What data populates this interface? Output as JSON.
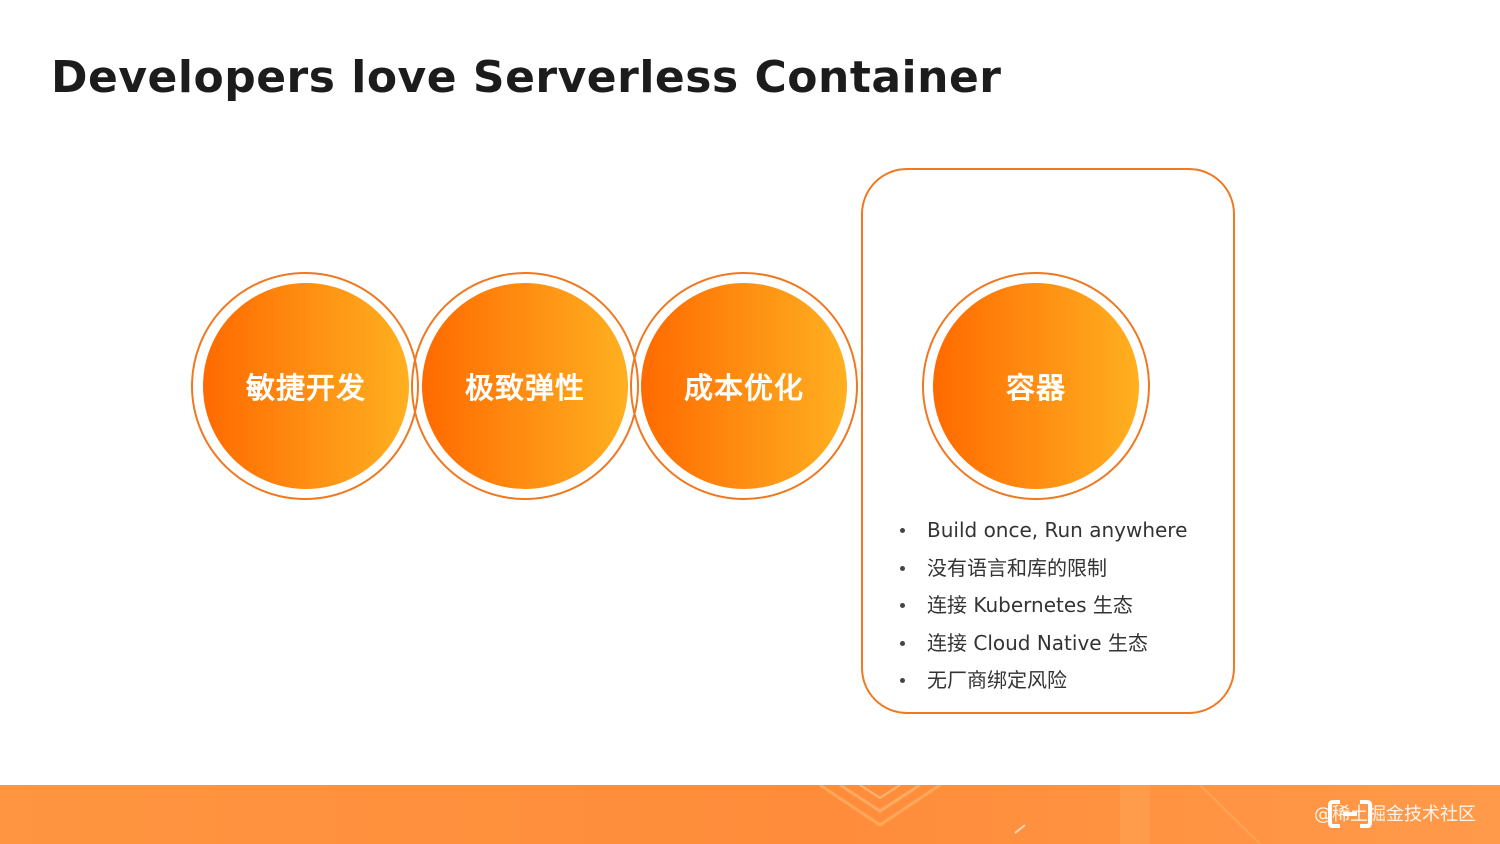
{
  "slide": {
    "title": "Developers love Serverless Container"
  },
  "circles": [
    {
      "label": "敏捷开发"
    },
    {
      "label": "极致弹性"
    },
    {
      "label": "成本优化"
    },
    {
      "label": "容器"
    }
  ],
  "container_panel": {
    "bullets": [
      "Build once, Run anywhere",
      "没有语言和库的限制",
      "连接 Kubernetes 生态",
      "连接 Cloud Native 生态",
      "无厂商绑定风险"
    ]
  },
  "footer": {
    "watermark": "@稀土掘金技术社区"
  },
  "colors": {
    "accent": "#f07820",
    "gradient_start": "#ff6a00",
    "gradient_end": "#ffb020",
    "footer": "#ff9540"
  },
  "icons": {
    "logo": "aliyun-logo-icon"
  }
}
